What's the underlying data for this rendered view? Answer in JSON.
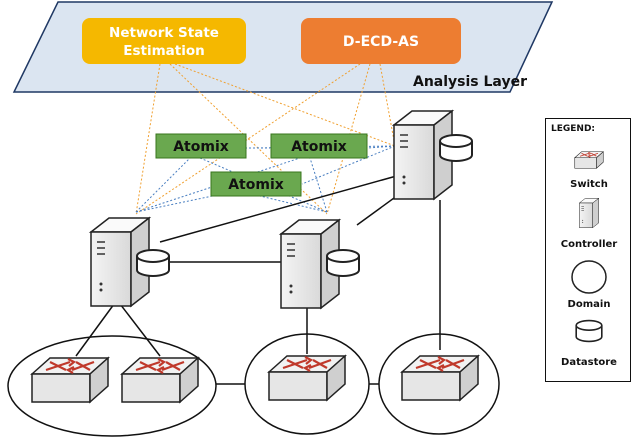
{
  "analysis_layer": {
    "label": "Analysis Layer",
    "boxes": [
      {
        "id": "nse",
        "line1": "Network State",
        "line2": "Estimation",
        "color": "#f5b800"
      },
      {
        "id": "decd",
        "label": "D-ECD-AS",
        "color": "#ed7d31"
      }
    ],
    "panel_color": "#dbe5f1",
    "panel_border": "#1f3864"
  },
  "atomix": {
    "label": "Atomix",
    "color": "#6aa84f",
    "border": "#38761d",
    "count": 3
  },
  "link_colors": {
    "analysis_to_controller": "#f0a030",
    "controller_to_atomix": "#4a7fc1"
  },
  "legend": {
    "title": "LEGEND:",
    "items": [
      {
        "label": "Switch",
        "icon": "switch-icon"
      },
      {
        "label": "Controller",
        "icon": "controller-icon"
      },
      {
        "label": "Domain",
        "icon": "domain-icon"
      },
      {
        "label": "Datastore",
        "icon": "datastore-icon"
      }
    ]
  }
}
